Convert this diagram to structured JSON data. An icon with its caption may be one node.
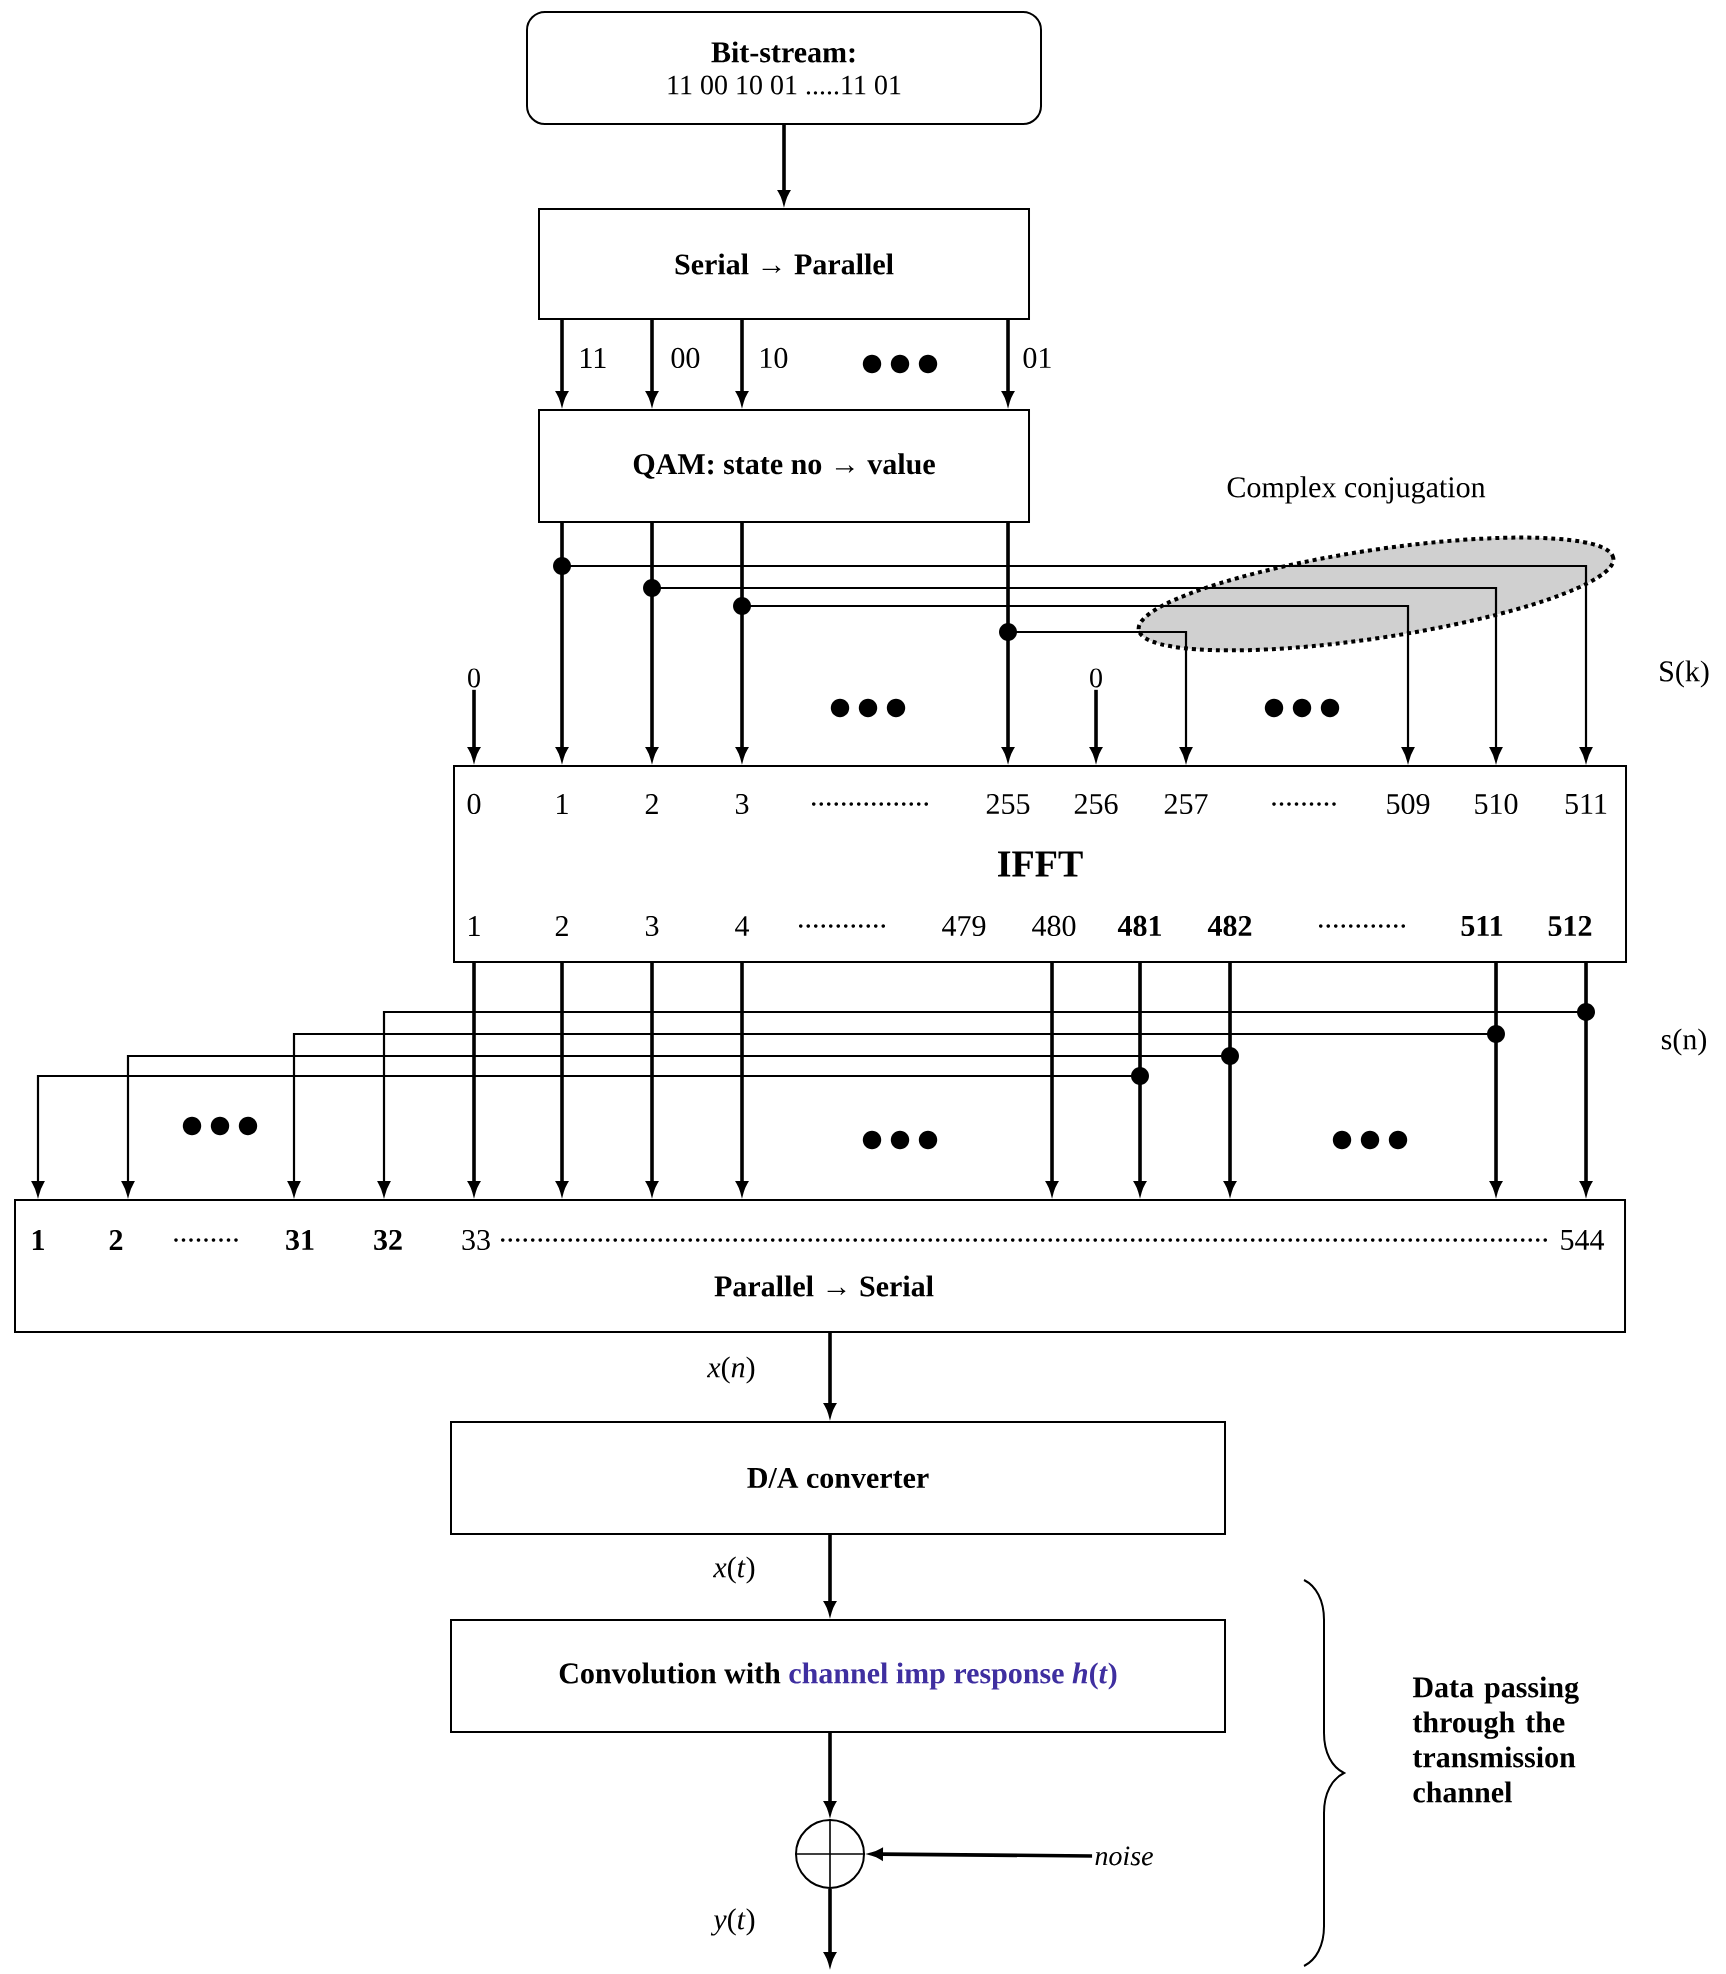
{
  "diagram": {
    "nodes": [
      {
        "text": [
          "Bit-stream:",
          "11 00 10 01 .....11 01"
        ]
      },
      {
        "text": [
          "Serial → Parallel"
        ]
      },
      {
        "text": [
          "QAM: state no → value"
        ]
      },
      {
        "text": [
          "IFFT"
        ]
      },
      {
        "text": [
          "Parallel → Serial"
        ]
      },
      {
        "text": [
          "D/A converter"
        ]
      },
      {
        "text": [
          "Convolution with",
          "channel imp response *h*(*t*)"
        ]
      },
      {
        "text": [],
        "shape": "circle"
      },
      {
        "text": [
          "noise"
        ]
      },
      {
        "text": [
          "0"
        ]
      },
      {
        "text": [
          "0"
        ]
      }
    ],
    "edges": [
      {
        "from": 0,
        "to": 1,
        "arrow": "to"
      },
      {
        "from": 1,
        "to": 2,
        "arrow": "to",
        "label": "11"
      },
      {
        "from": 1,
        "to": 2,
        "arrow": "to",
        "label": "00"
      },
      {
        "from": 1,
        "to": 2,
        "arrow": "to",
        "label": "10"
      },
      {
        "from": 1,
        "to": 2,
        "arrow": "to",
        "label": "01"
      },
      {
        "from": 2,
        "to": 3,
        "arrow": "to"
      },
      {
        "from": 2,
        "to": 3,
        "arrow": "to"
      },
      {
        "from": 2,
        "to": 3,
        "arrow": "to"
      },
      {
        "from": 2,
        "to": 3,
        "arrow": "to"
      },
      {
        "from": 2,
        "to": 3,
        "arrow": "to"
      },
      {
        "from": 2,
        "to": 3,
        "arrow": "to"
      },
      {
        "from": 2,
        "to": 3,
        "arrow": "to"
      },
      {
        "from": 2,
        "to": 3,
        "arrow": "to"
      },
      {
        "from": 9,
        "to": 3,
        "arrow": "to"
      },
      {
        "from": 10,
        "to": 3,
        "arrow": "to"
      },
      {
        "from": 3,
        "to": 4,
        "arrow": "to"
      },
      {
        "from": 3,
        "to": 4,
        "arrow": "to"
      },
      {
        "from": 3,
        "to": 4,
        "arrow": "to"
      },
      {
        "from": 3,
        "to": 4,
        "arrow": "to"
      },
      {
        "from": 3,
        "to": 4,
        "arrow": "to"
      },
      {
        "from": 3,
        "to": 4,
        "arrow": "to"
      },
      {
        "from": 3,
        "to": 4,
        "arrow": "to"
      },
      {
        "from": 3,
        "to": 4,
        "arrow": "to"
      },
      {
        "from": 3,
        "to": 4,
        "arrow": "to"
      },
      {
        "from": 3,
        "to": 4,
        "arrow": "to"
      },
      {
        "from": 3,
        "to": 4,
        "arrow": "to"
      },
      {
        "from": 3,
        "to": 4,
        "arrow": "to"
      },
      {
        "from": 3,
        "to": 4,
        "arrow": "to"
      },
      {
        "from": 4,
        "to": 5,
        "arrow": "to",
        "label": "*x*(*n*)"
      },
      {
        "from": 5,
        "to": 6,
        "arrow": "to",
        "label": "*x*(*t*)"
      },
      {
        "from": 6,
        "to": 7,
        "arrow": "to"
      },
      {
        "from": 8,
        "to": 7,
        "arrow": "to"
      },
      {
        "from": 7,
        "to": null,
        "arrow": "to",
        "label": "*y*(*t*)"
      }
    ],
    "labels": [
      "Complex conjugation",
      "S(k)",
      "0",
      "1",
      "2",
      "3",
      "................",
      "255",
      "256",
      "257",
      ".........",
      "509",
      "510",
      "511",
      "1",
      "2",
      "3",
      "4",
      "............",
      "479",
      "480",
      "481",
      "482",
      "............",
      "511",
      "512",
      "s(n)",
      "1",
      "2",
      ".........",
      "31",
      "32",
      "33",
      "............................................................................................................................................",
      "544",
      "Data passing through the transmission channel"
    ]
  }
}
